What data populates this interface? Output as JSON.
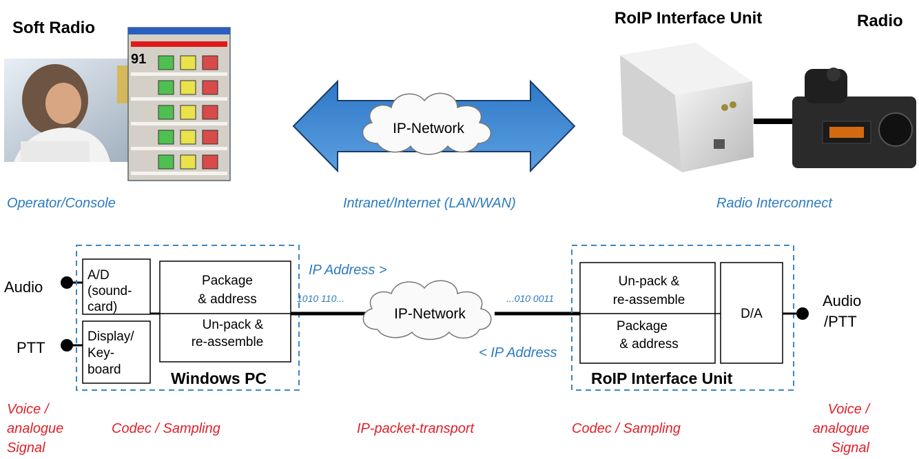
{
  "top": {
    "soft_radio_title": "Soft Radio",
    "roip_title": "RoIP Interface Unit",
    "radio_title": "Radio",
    "cloud_label": "IP-Network",
    "caption_operator": "Operator/Console",
    "caption_network": "Intranet/Internet (LAN/WAN)",
    "caption_radio": "Radio Interconnect",
    "console_window": {
      "rows": [
        {
          "value": "91"
        },
        {
          "value": ""
        },
        {
          "value": ""
        },
        {
          "value": ""
        },
        {
          "value": ""
        }
      ]
    }
  },
  "bottom": {
    "left_labels": {
      "audio": "Audio",
      "ptt": "PTT"
    },
    "left_unit": {
      "ad_box": "A/D (sound-card)",
      "ad_line1": "A/D",
      "ad_line2": "(sound-",
      "ad_line3": "card)",
      "display_line1": "Display/",
      "display_line2": "Key-",
      "display_line3": "board",
      "pkg_line1": "Package",
      "pkg_line2": "& address",
      "unpack_line1": "Un-pack &",
      "unpack_line2": "re-assemble",
      "title": "Windows PC"
    },
    "middle": {
      "ip_address_right": "IP Address >",
      "ip_address_left": "< IP Address",
      "bits_left": "1010 110...",
      "bits_right": "...010 0011",
      "cloud_label": "IP-Network"
    },
    "right_unit": {
      "unpack_line1": "Un-pack &",
      "unpack_line2": "re-assemble",
      "pkg_line1": "Package",
      "pkg_line2": "& address",
      "da_box": "D/A",
      "title": "RoIP Interface Unit"
    },
    "right_labels": {
      "audio_line1": "Audio",
      "audio_line2": "/PTT"
    },
    "footer": {
      "voice_left_1": "Voice /",
      "voice_left_2": "analogue",
      "voice_left_3": "Signal",
      "codec_left": "Codec / Sampling",
      "transport": "IP-packet-transport",
      "codec_right": "Codec / Sampling",
      "voice_right_1": "Voice /",
      "voice_right_2": "analogue",
      "voice_right_3": "Signal"
    }
  }
}
